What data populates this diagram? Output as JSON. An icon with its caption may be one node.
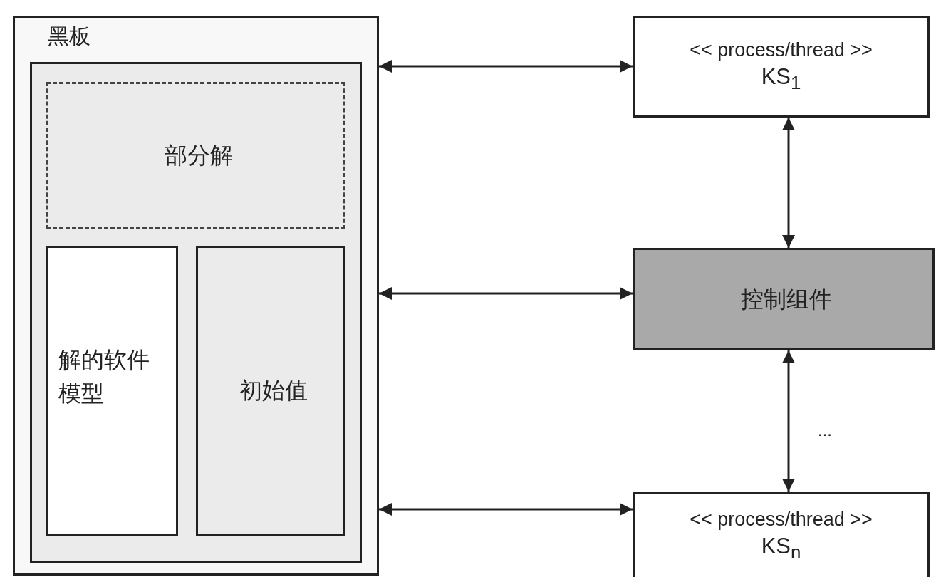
{
  "diagram": {
    "nodes": [
      {
        "text": [
          "黑板"
        ]
      },
      {
        "text": [],
        "shape": "box",
        "in": 0
      },
      {
        "text": [
          "部分解"
        ],
        "in": 1
      },
      {
        "text": [
          "解的软件模型"
        ],
        "in": 1
      },
      {
        "text": [
          "初始值"
        ],
        "in": 1
      },
      {
        "text": [
          "<< process/thread >>",
          "KS$_{1}$"
        ]
      },
      {
        "text": [
          "控制组件"
        ]
      },
      {
        "text": [
          "<< process/thread >>",
          "KS$_{n}$"
        ]
      }
    ],
    "edges": [
      {
        "from": 0,
        "to": 5,
        "arrow": "both"
      },
      {
        "from": 0,
        "to": 6,
        "arrow": "both"
      },
      {
        "from": 0,
        "to": 7,
        "arrow": "both"
      },
      {
        "from": 5,
        "to": 6,
        "arrow": "both"
      },
      {
        "from": 6,
        "to": 7,
        "arrow": "both"
      }
    ],
    "labels": [
      "..."
    ]
  }
}
